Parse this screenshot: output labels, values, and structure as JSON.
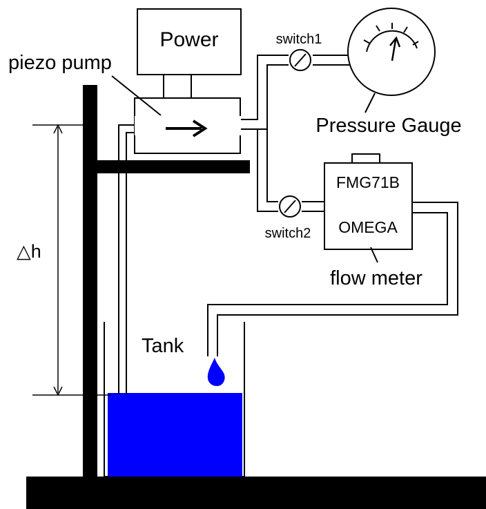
{
  "labels": {
    "power": "Power",
    "piezo_pump": "piezo pump",
    "switch1": "switch1",
    "switch2": "switch2",
    "pressure_gauge": "Pressure Gauge",
    "flow_meter_model": "FMG71B",
    "flow_meter_brand": "OMEGA",
    "flow_meter": "flow meter",
    "tank": "Tank",
    "delta_h": "△h"
  },
  "colors": {
    "water": "#0000ff",
    "line": "#000000",
    "background": "#ffffff"
  },
  "icons": {
    "pump_direction": "arrow-right-icon",
    "valve": "valve-icon",
    "gauge_needle": "arrow-up-icon",
    "droplet": "water-drop-icon"
  }
}
